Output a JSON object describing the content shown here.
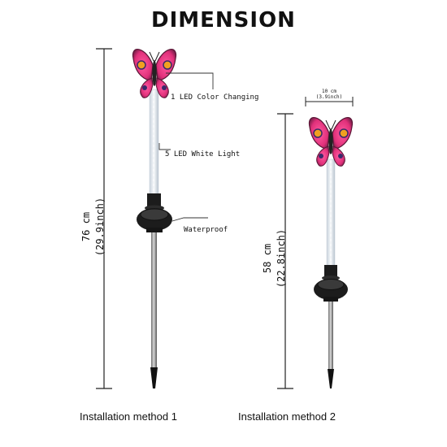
{
  "title": "DIMENSION",
  "method1": {
    "caption": "Installation method 1",
    "height_cm": "76 cm",
    "height_inch": "(29.9inch)",
    "callout_top": "1 LED Color Changing",
    "callout_mid": "5 LED White Light",
    "callout_base": "Waterproof"
  },
  "method2": {
    "caption": "Installation method 2",
    "height_cm": "58 cm",
    "height_inch": "(22.8inch)",
    "width_cm": "10 cm",
    "width_inch": "(3.9inch)"
  },
  "colors": {
    "wing_pink": "#e0307a",
    "wing_dark": "#7a1f4a",
    "spot_orange": "#f0a020",
    "solar_dark": "#1c1c1c",
    "stake": "#8a8a8a"
  }
}
